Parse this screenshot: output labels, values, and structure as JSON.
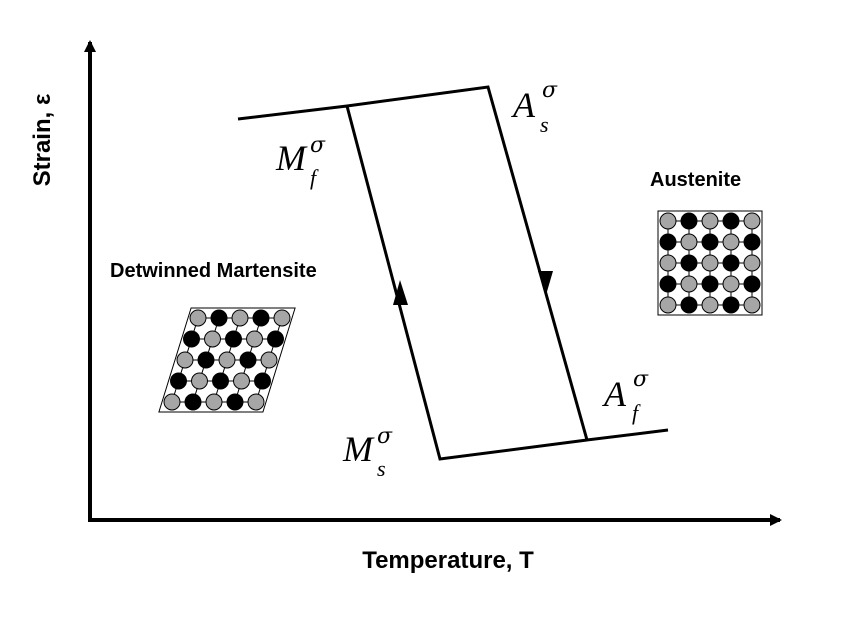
{
  "axes": {
    "x_title": "Temperature, T",
    "y_title": "Strain, ε"
  },
  "phases": {
    "martensite_label": "Detwinned Martensite",
    "austenite_label": "Austenite"
  },
  "transitions": {
    "mf": {
      "main": "M",
      "sup": "σ",
      "sub": "f"
    },
    "as": {
      "main": "A",
      "sup": "σ",
      "sub": "s"
    },
    "ms": {
      "main": "M",
      "sup": "σ",
      "sub": "s"
    },
    "af": {
      "main": "A",
      "sup": "σ",
      "sub": "f"
    }
  },
  "lattice": {
    "dark_color": "#000000",
    "light_color": "#a6a6a6",
    "austenite_rows": [
      [
        "light",
        "dark",
        "light",
        "dark",
        "light"
      ],
      [
        "dark",
        "light",
        "dark",
        "light",
        "dark"
      ],
      [
        "light",
        "dark",
        "light",
        "dark",
        "light"
      ],
      [
        "dark",
        "light",
        "dark",
        "light",
        "dark"
      ],
      [
        "light",
        "dark",
        "light",
        "dark",
        "light"
      ]
    ],
    "martensite_rows": [
      [
        "light",
        "dark",
        "light",
        "dark",
        "light"
      ],
      [
        "dark",
        "light",
        "dark",
        "light",
        "dark"
      ],
      [
        "light",
        "dark",
        "light",
        "dark",
        "light"
      ],
      [
        "dark",
        "light",
        "dark",
        "light",
        "dark"
      ],
      [
        "light",
        "dark",
        "light",
        "dark",
        "light"
      ]
    ]
  }
}
